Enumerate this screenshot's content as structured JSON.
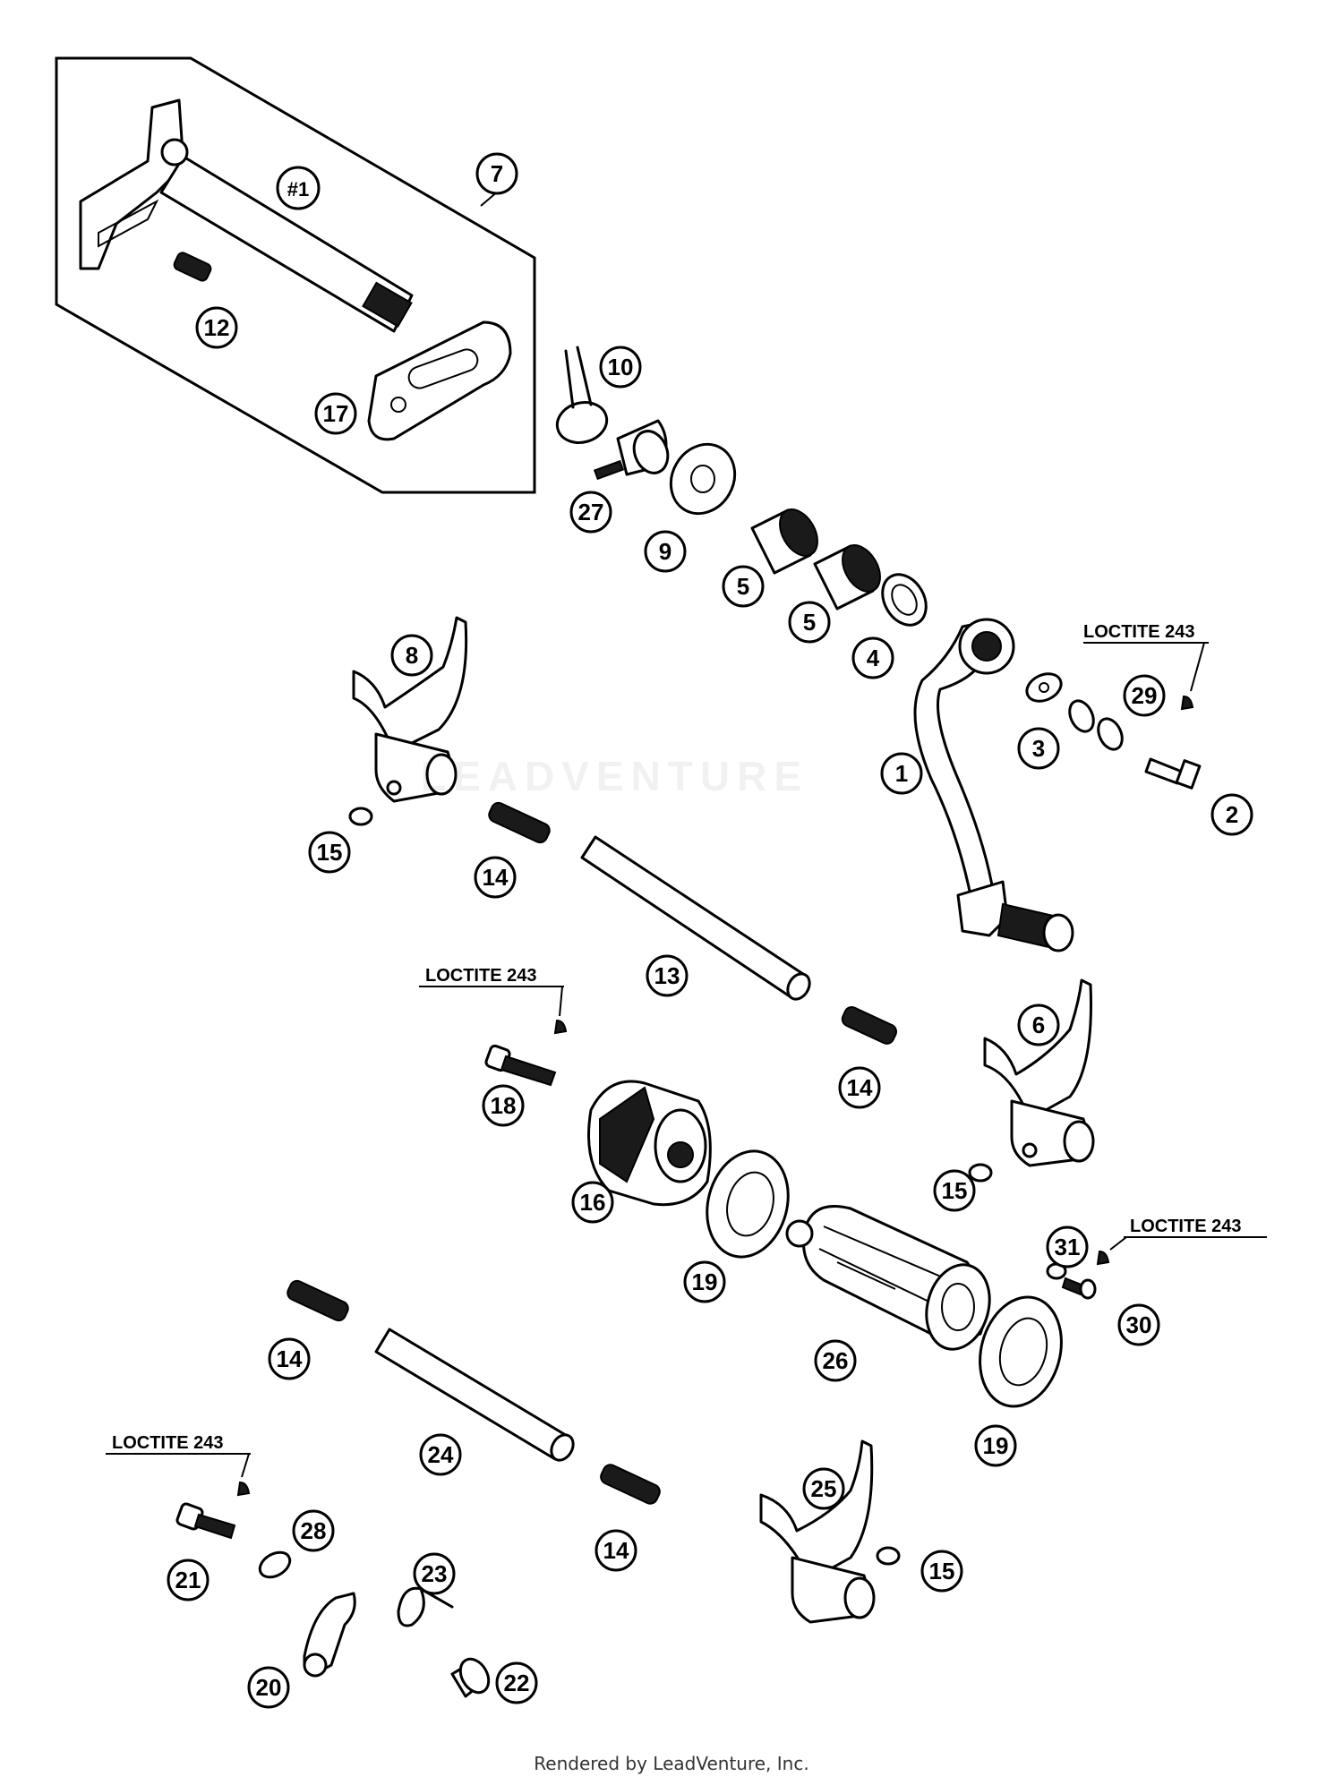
{
  "callouts": [
    "#1",
    "7",
    "12",
    "17",
    "10",
    "27",
    "9",
    "5",
    "5",
    "4",
    "8",
    "1",
    "3",
    "29",
    "2",
    "15",
    "14",
    "13",
    "18",
    "16",
    "14",
    "6",
    "15",
    "19",
    "26",
    "31",
    "30",
    "14",
    "24",
    "19",
    "25",
    "14",
    "15",
    "21",
    "28",
    "23",
    "20",
    "22"
  ],
  "loctite_labels": [
    "LOCTITE 243",
    "LOCTITE 243",
    "LOCTITE 243",
    "LOCTITE 243"
  ],
  "watermark": "LEADVENTURE",
  "footer": "Rendered by LeadVenture, Inc."
}
